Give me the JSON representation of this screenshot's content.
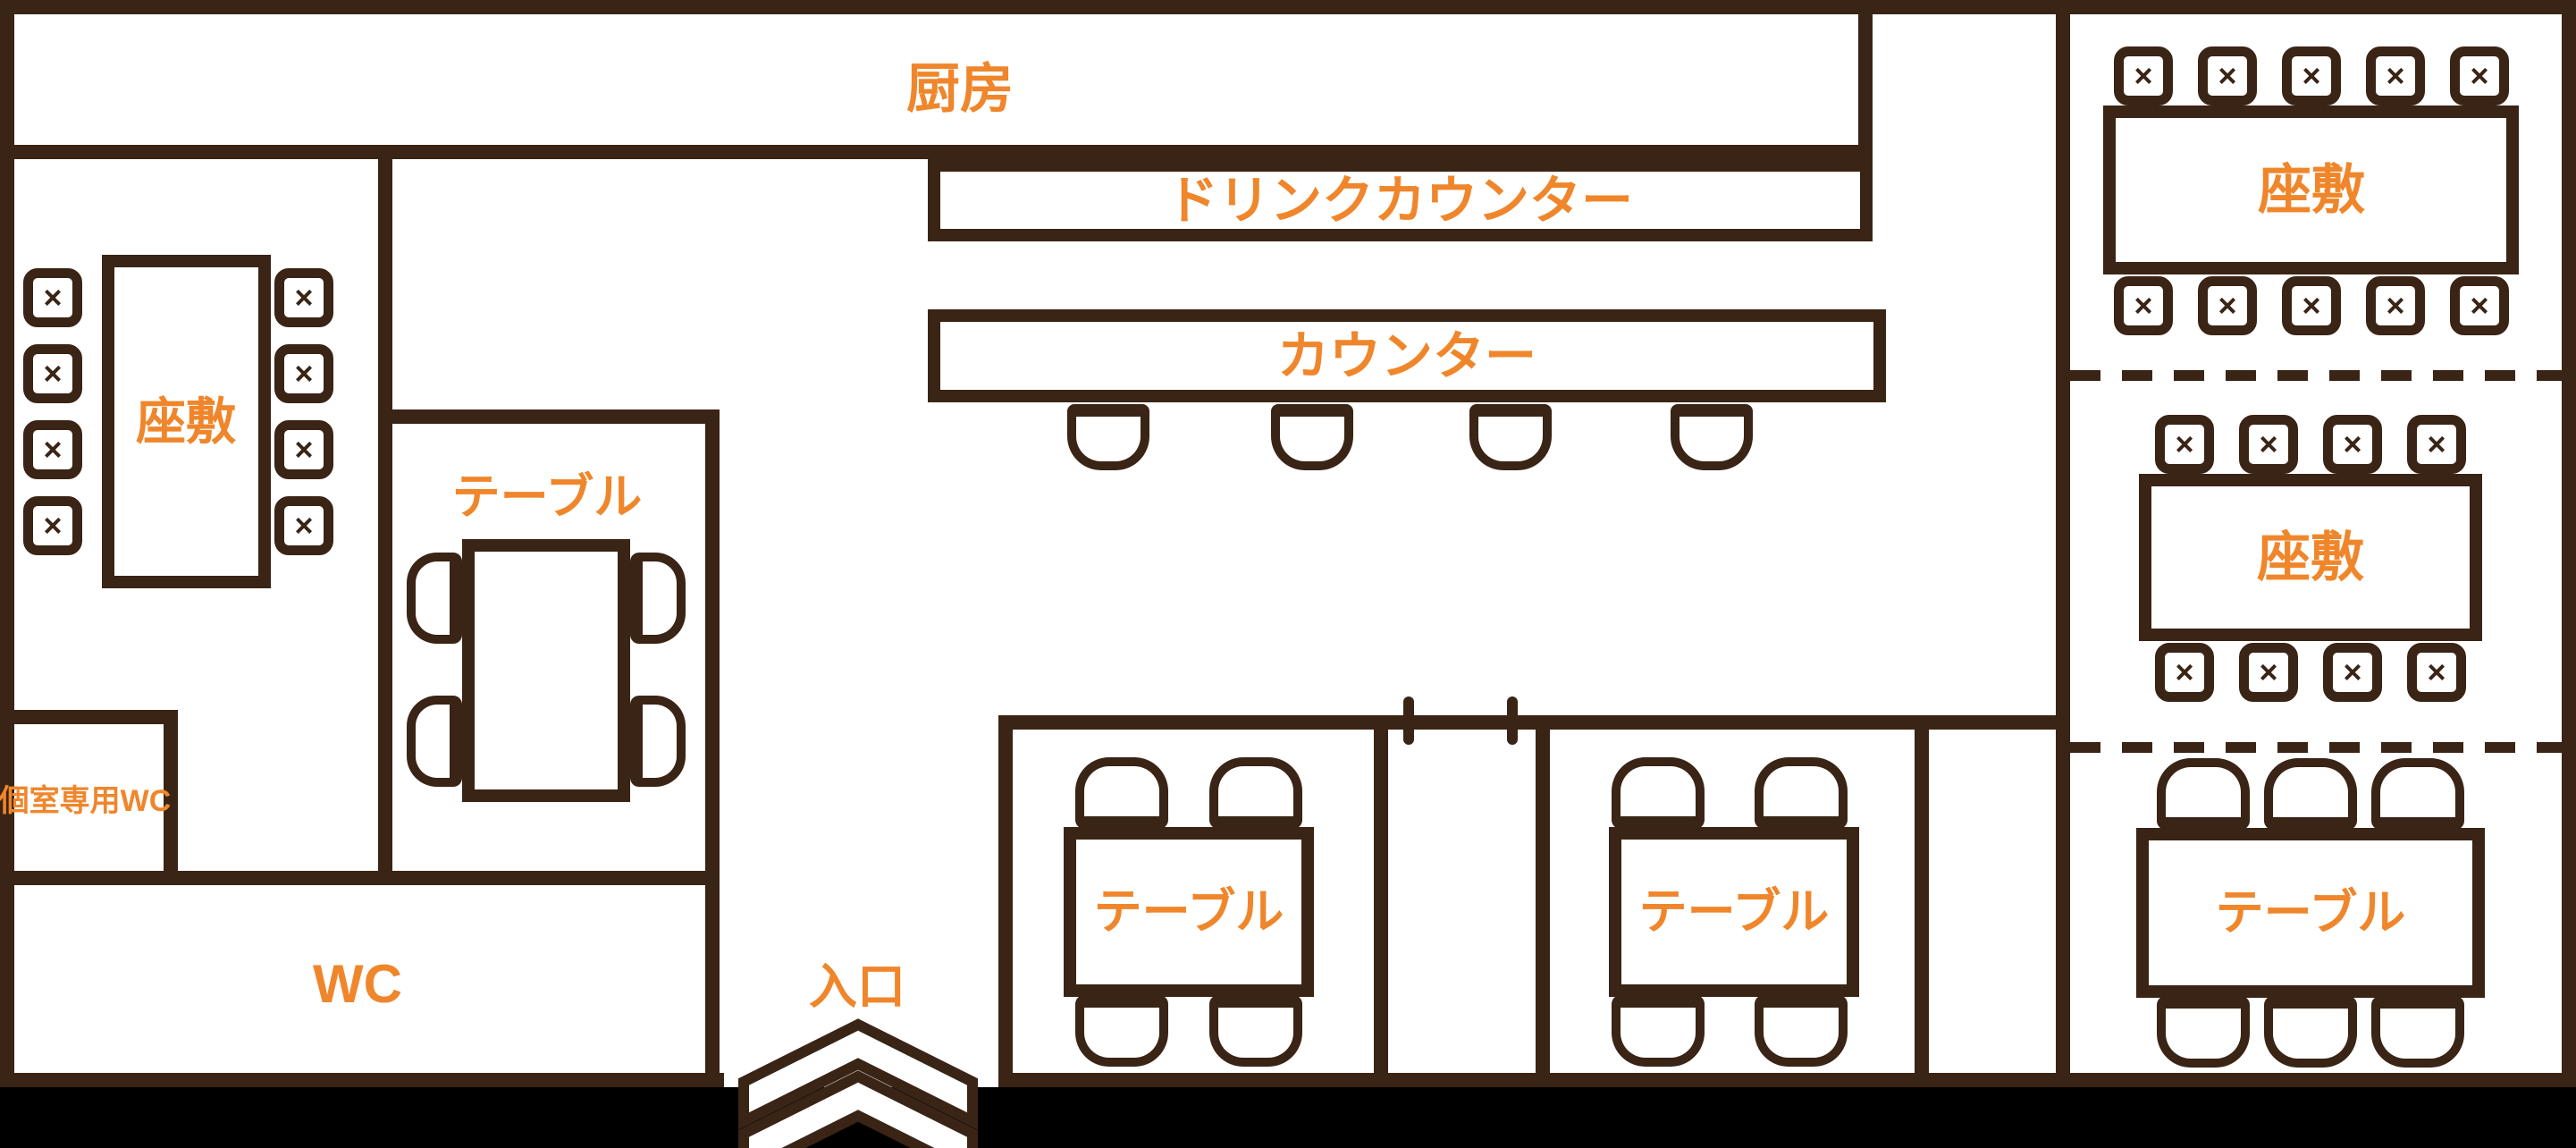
{
  "colors": {
    "wall": "#3A2415",
    "accent": "#F0862B",
    "floor": "#FFFFFF",
    "outside": "#000000"
  },
  "seat_mark": "×",
  "areas": {
    "kitchen": {
      "label": "厨房"
    },
    "drink_counter": {
      "label": "ドリンクカウンター"
    },
    "counter": {
      "label": "カウンター",
      "stool_count": 4
    },
    "zashiki_left": {
      "label": "座敷",
      "cushion_count": 8
    },
    "table_room_left": {
      "label": "テーブル",
      "chair_count": 4
    },
    "private_wc": {
      "label": "個室専用WC"
    },
    "wc": {
      "label": "WC"
    },
    "entrance": {
      "label": "入口"
    },
    "table_booth_left": {
      "label": "テーブル",
      "chair_count": 4
    },
    "table_booth_right": {
      "label": "テーブル",
      "chair_count": 4
    },
    "zashiki_right_top": {
      "label": "座敷",
      "cushion_count": 10
    },
    "zashiki_right_middle": {
      "label": "座敷",
      "cushion_count": 8
    },
    "table_right_bottom": {
      "label": "テーブル",
      "chair_count": 6
    }
  }
}
